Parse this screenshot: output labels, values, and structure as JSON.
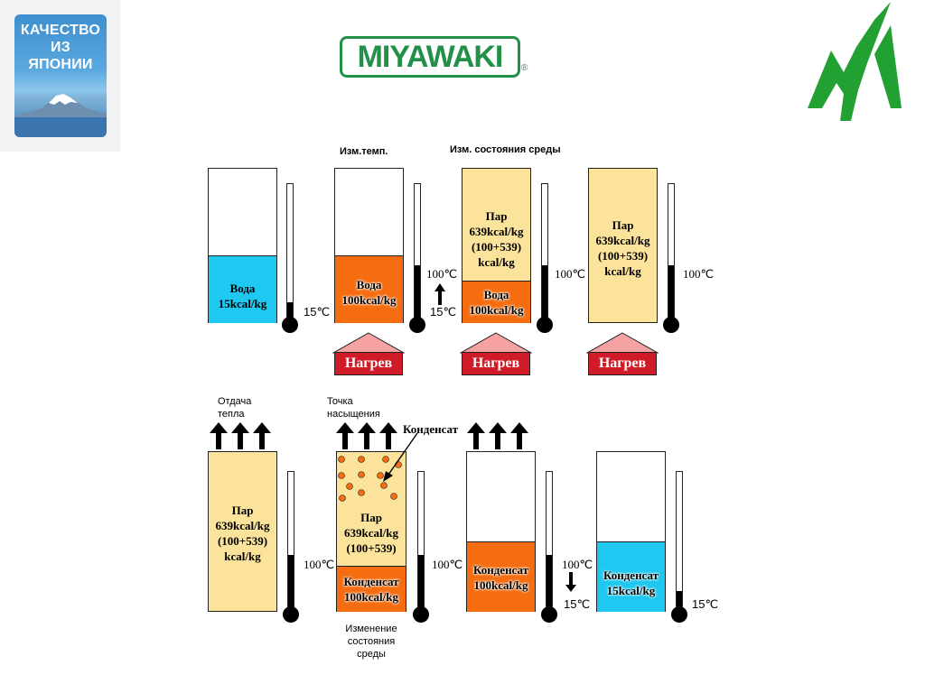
{
  "badge": {
    "lines": [
      "КАЧЕСТВО",
      "ИЗ",
      "ЯПОНИИ"
    ]
  },
  "logo": {
    "text": "MIYAWAKI",
    "reg": "®"
  },
  "top": {
    "caption_temp": "Изм.темп.",
    "caption_state": "Изм. состояния среды",
    "heat_label": "Нагрев",
    "box1": {
      "lines": [
        "Вода",
        "15kcal/kg"
      ],
      "temp": "15℃"
    },
    "box2": {
      "lines": [
        "Вода",
        "100kcal/kg"
      ],
      "temp_top": "100℃",
      "temp_bottom": "15℃"
    },
    "box3": {
      "steam_lines": [
        "Пар",
        "639kcal/kg",
        "(100+539)",
        "kcal/kg"
      ],
      "water_lines": [
        "Вода",
        "100kcal/kg"
      ],
      "temp": "100℃"
    },
    "box4": {
      "steam_lines": [
        "Пар",
        "639kcal/kg",
        "(100+539)",
        "kcal/kg"
      ],
      "temp": "100℃"
    }
  },
  "bottom": {
    "caption_heat_release": [
      "Отдача",
      "тепла"
    ],
    "caption_saturation": [
      "Точка",
      "насыщения"
    ],
    "caption_condensate": "Конденсат",
    "caption_state_change": [
      "Изменение",
      "состояния",
      "среды"
    ],
    "box1": {
      "steam_lines": [
        "Пар",
        "639kcal/kg",
        "(100+539)",
        "kcal/kg"
      ],
      "temp": "100℃"
    },
    "box2": {
      "steam_lines": [
        "Пар",
        "639kcal/kg",
        "(100+539)"
      ],
      "cond_lines": [
        "Конденсат",
        "100kcal/kg"
      ],
      "temp": "100℃"
    },
    "box3": {
      "cond_lines": [
        "Конденсат",
        "100kcal/kg"
      ],
      "temp": "100℃"
    },
    "box4": {
      "cond_lines": [
        "Конденсат",
        "15kcal/kg"
      ],
      "temp_top": "100℃",
      "temp_bottom": "15℃",
      "temp_right": "15℃"
    }
  },
  "colors": {
    "water": "#1ec8f0",
    "orange": "#f56d10",
    "steam": "#fbe39c",
    "heat": "#d01c28",
    "heat_arrow": "#f7a2a2",
    "brand": "#23904a"
  }
}
